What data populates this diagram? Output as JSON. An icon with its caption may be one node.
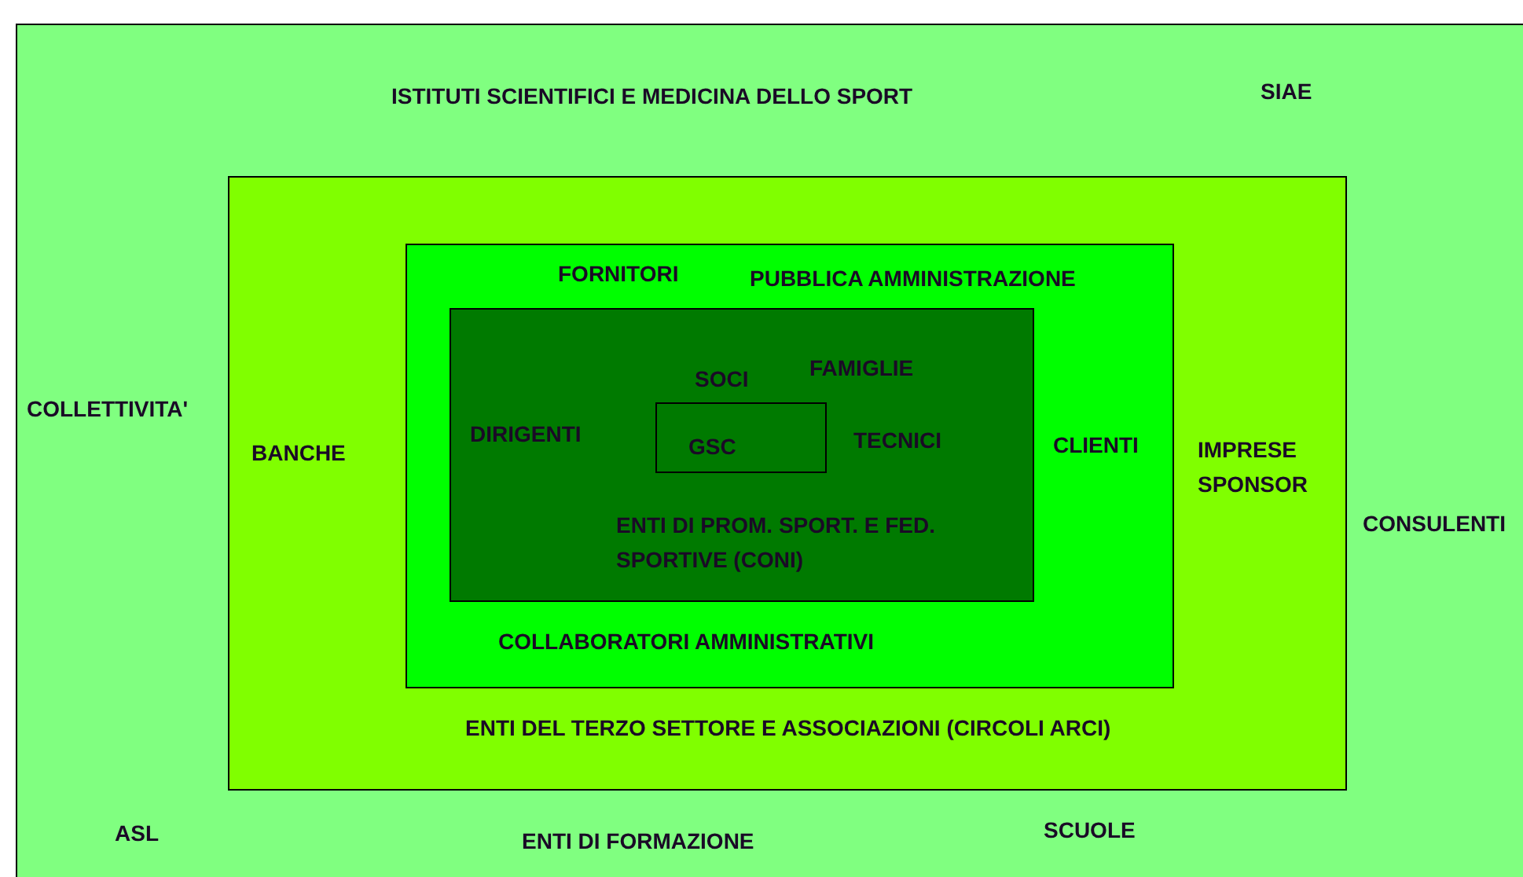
{
  "diagram": {
    "nodes": [
      {
        "text": [
          "ISTITUTI SCIENTIFICI E MEDICINA DELLO SPORT",
          "SIAE",
          "COLLETTIVITA'",
          "CONSULENTI",
          "ASL",
          "ENTI DI FORMAZIONE",
          "SCUOLE"
        ]
      },
      {
        "text": [
          "BANCHE",
          "IMPRESE SPONSOR",
          "ENTI DEL TERZO SETTORE E ASSOCIAZIONI (CIRCOLI ARCI)"
        ],
        "in": 0
      },
      {
        "text": [
          "FORNITORI",
          "PUBBLICA AMMINISTRAZIONE",
          "CLIENTI",
          "COLLABORATORI AMMINISTRATIVI"
        ],
        "in": 1
      },
      {
        "text": [
          "SOCI",
          "FAMIGLIE",
          "DIRIGENTI",
          "TECNICI",
          "ENTI DI PROM. SPORT. E FED. SPORTIVE (CONI)"
        ],
        "in": 2
      },
      {
        "text": [
          "GSC"
        ],
        "in": 3
      }
    ]
  }
}
